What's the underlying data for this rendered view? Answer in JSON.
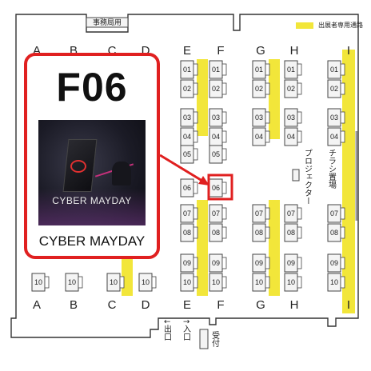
{
  "header": {
    "office_label": "事務局用",
    "legend_label": "出展者専用通路"
  },
  "columns_top": [
    "A",
    "B",
    "C",
    "D",
    "E",
    "F",
    "G",
    "H",
    "I"
  ],
  "columns_bottom": [
    "A",
    "B",
    "C",
    "D",
    "E",
    "F",
    "G",
    "H",
    "I"
  ],
  "booths": {
    "E": [
      "01",
      "02",
      "03",
      "04",
      "05",
      "06",
      "07",
      "08",
      "09",
      "10"
    ],
    "F": [
      "01",
      "02",
      "03",
      "04",
      "05",
      "06",
      "07",
      "08",
      "09",
      "10"
    ],
    "G": [
      "01",
      "02",
      "03",
      "04",
      "07",
      "08",
      "09",
      "10"
    ],
    "H": [
      "01",
      "02",
      "03",
      "04",
      "07",
      "08",
      "09",
      "10"
    ],
    "I": [
      "01",
      "02",
      "03",
      "04",
      "07",
      "08",
      "09",
      "10"
    ],
    "A": [
      "10"
    ],
    "B": [
      "10"
    ],
    "C": [
      "10"
    ],
    "D": [
      "10"
    ]
  },
  "labels": {
    "projector": "プロジェクター",
    "flyer": "チラシ置場",
    "exit": "↓出口",
    "entrance": "↑入口",
    "reception": "受付"
  },
  "highlight": {
    "booth": "F06",
    "title": "CYBER MAYDAY",
    "image_text": "CYBER MAYDAY"
  },
  "colors": {
    "aisle": "#f2e63a",
    "highlight": "#e02020"
  }
}
